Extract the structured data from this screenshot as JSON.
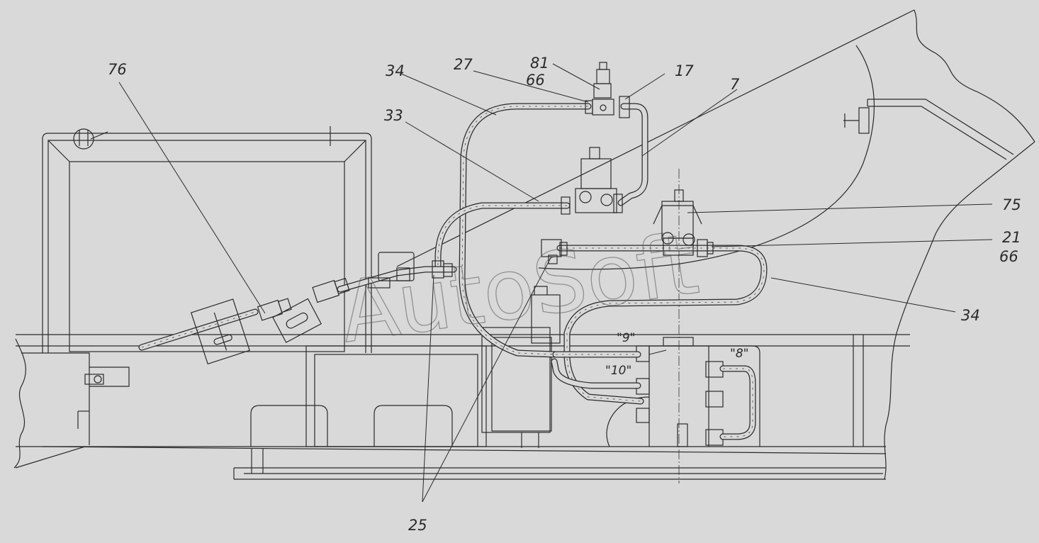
{
  "callouts": {
    "c76": "76",
    "c34_top": "34",
    "c27": "27",
    "c66_top": "66",
    "c81": "81",
    "c17": "17",
    "c33": "33",
    "c7": "7",
    "c75": "75",
    "c21": "21",
    "c66_right": "66",
    "c34_right": "34",
    "c25": "25"
  },
  "ports": {
    "p9": "\"9\"",
    "p10": "\"10\"",
    "p8": "\"8\""
  },
  "watermark": "AutoSoft"
}
